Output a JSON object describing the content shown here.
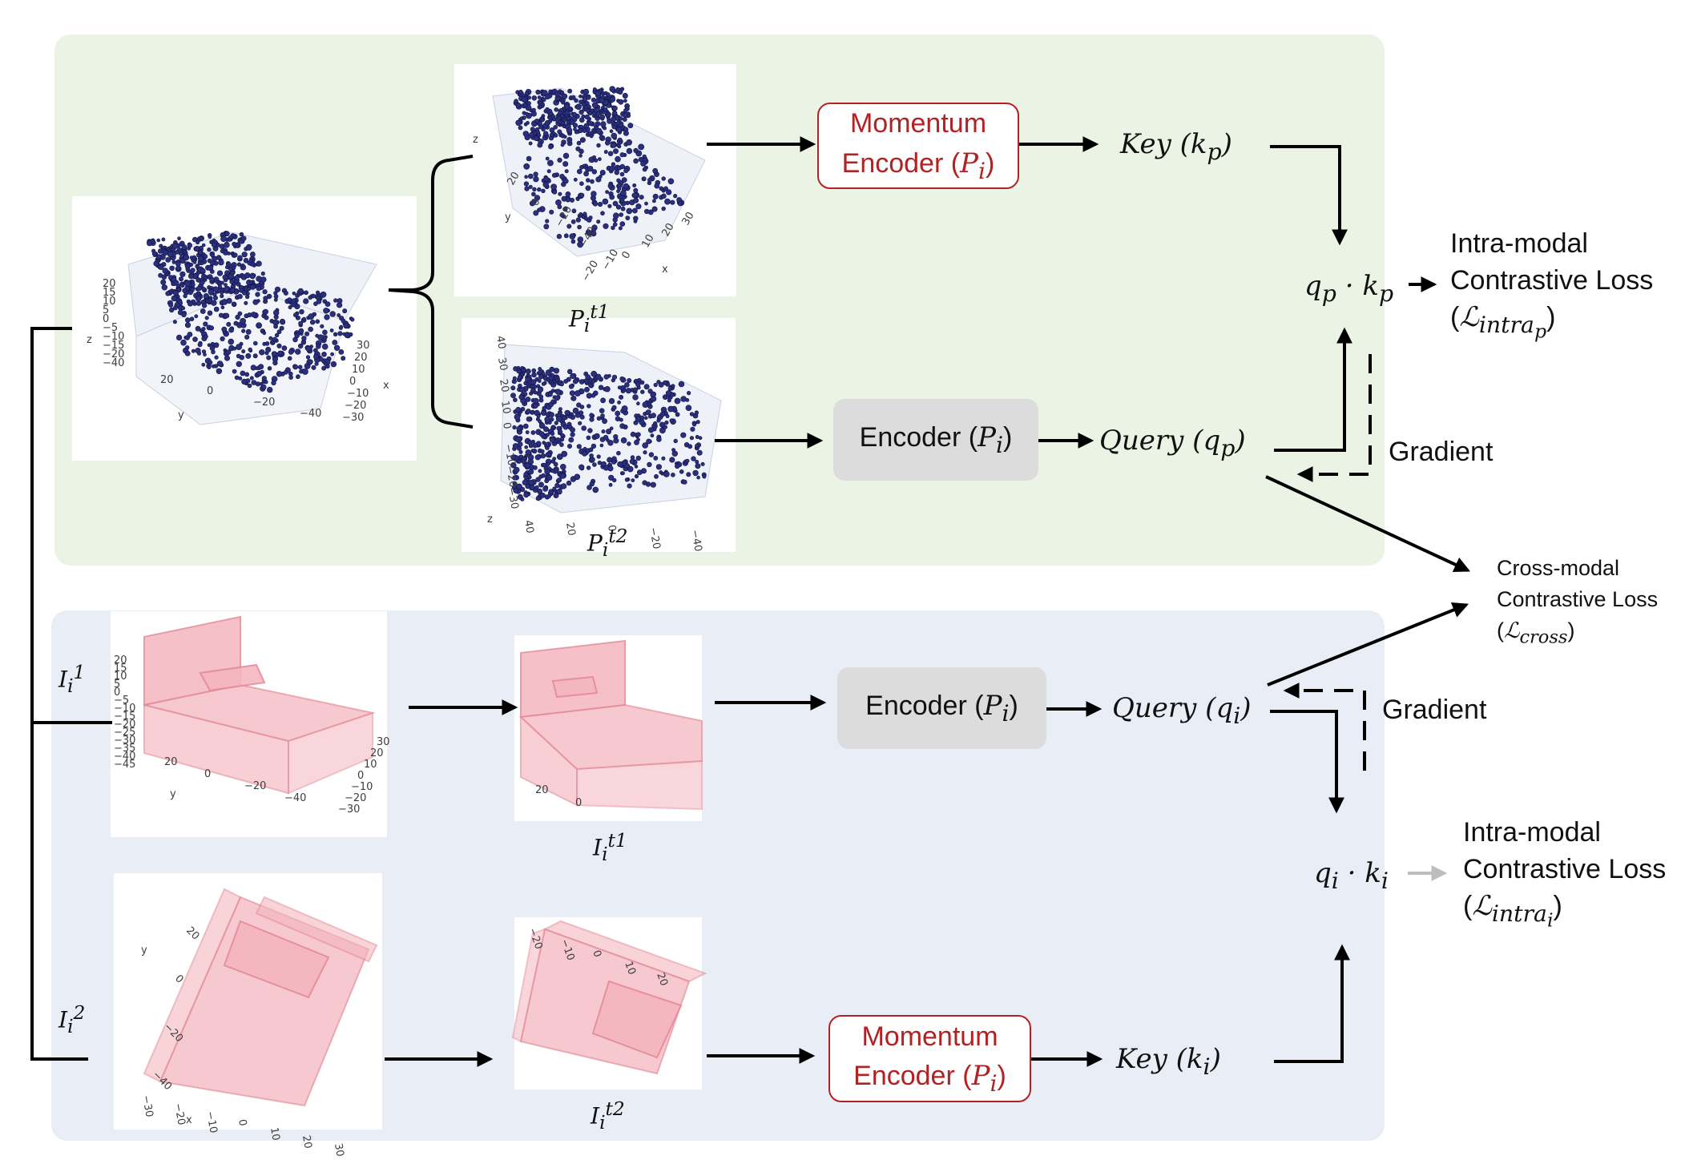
{
  "colors": {
    "point_panel_bg": "#ebf4e4",
    "image_panel_bg": "#e9edf6",
    "momentum_accent": "#b22222",
    "encoder_fill": "#dcdcdc",
    "point_color": "#2a2f7e",
    "mesh_color": "#f4b6bf"
  },
  "nodes": {
    "momentum_top": {
      "line1": "Momentum",
      "line2": "Encoder (",
      "var": "P",
      "sub": "i",
      "close": ")"
    },
    "encoder_top": {
      "text": "Encoder (",
      "var": "P",
      "sub": "i",
      "close": ")"
    },
    "encoder_bottom": {
      "text": "Encoder (",
      "var": "P",
      "sub": "i",
      "close": ")"
    },
    "momentum_bottom": {
      "line1": "Momentum",
      "line2": "Encoder (",
      "var": "P",
      "sub": "i",
      "close": ")"
    }
  },
  "labels": {
    "key_p": {
      "name": "Key (",
      "var": "k",
      "sub": "p",
      "close": ")"
    },
    "query_p": {
      "name": "Query (",
      "var": "q",
      "sub": "p",
      "close": ")"
    },
    "query_i": {
      "name": "Query (",
      "var": "q",
      "sub": "i",
      "close": ")"
    },
    "key_i": {
      "name": "Key (",
      "var": "k",
      "sub": "i",
      "close": ")"
    },
    "dot_p": {
      "a": "q",
      "a_sub": "p",
      "op": " · ",
      "b": "k",
      "b_sub": "p"
    },
    "dot_i": {
      "a": "q",
      "a_sub": "i",
      "op": " · ",
      "b": "k",
      "b_sub": "i"
    },
    "gradient_top": "Gradient",
    "gradient_bottom": "Gradient",
    "p_t1": {
      "base": "P",
      "sub": "i",
      "sup": "t1"
    },
    "p_t2": {
      "base": "P",
      "sub": "i",
      "sup": "t2"
    },
    "i_1": {
      "base": "I",
      "sub": "i",
      "sup": "1"
    },
    "i_2": {
      "base": "I",
      "sub": "i",
      "sup": "2"
    },
    "i_t1": {
      "base": "I",
      "sub": "i",
      "sup": "t1"
    },
    "i_t2": {
      "base": "I",
      "sub": "i",
      "sup": "t2"
    }
  },
  "losses": {
    "intra_p": {
      "line1": "Intra-modal",
      "line2": "Contrastive Loss",
      "open": "(",
      "symbol": "ℒ",
      "sub": "intra",
      "subsub": "p",
      "close": ")"
    },
    "cross": {
      "line1": "Cross-modal",
      "line2": "Contrastive Loss",
      "open": "(",
      "symbol": "ℒ",
      "sub": "cross",
      "close": ")"
    },
    "intra_i": {
      "line1": "Intra-modal",
      "line2": "Contrastive Loss",
      "open": "(",
      "symbol": "ℒ",
      "sub": "intra",
      "subsub": "i",
      "close": ")"
    }
  },
  "thumbnails": {
    "pc_main": {
      "z_label": "z",
      "y_label": "y",
      "x_label": "x",
      "z_ticks": [
        "20",
        "15",
        "10",
        "5",
        "0",
        "−5",
        "−10",
        "−15",
        "−20",
        "−40"
      ],
      "y_ticks": [
        "20",
        "0",
        "−20",
        "−40"
      ],
      "x_ticks": [
        "30",
        "20",
        "10",
        "0",
        "−10",
        "−20",
        "−30"
      ]
    },
    "pc_t1": {
      "z_label": "z",
      "y_label": "y",
      "x_label": "x",
      "y_ticks": [
        "20",
        "0",
        "−20",
        "−40"
      ],
      "x_ticks": [
        "30",
        "20",
        "10",
        "0",
        "−10",
        "−20"
      ]
    },
    "pc_t2": {
      "z_label": "z",
      "z_ticks": [
        "40",
        "30",
        "20",
        "10",
        "0",
        "−10",
        "−20",
        "−30"
      ],
      "y_ticks": [
        "40",
        "20",
        "0",
        "−20",
        "−40"
      ]
    },
    "img_1": {
      "y_label": "y",
      "z_ticks": [
        "20",
        "15",
        "10",
        "5",
        "0",
        "−5",
        "−10",
        "−15",
        "−20",
        "−25",
        "−30",
        "−35",
        "−40",
        "−45"
      ],
      "y_ticks": [
        "20",
        "0",
        "−20",
        "−40"
      ],
      "x_ticks": [
        "30",
        "20",
        "10",
        "0",
        "−10",
        "−20",
        "−30"
      ]
    },
    "img_t1": {
      "y_ticks": [
        "20",
        "0"
      ]
    },
    "img_2": {
      "y_label": "y",
      "x_label": "x",
      "y_ticks": [
        "20",
        "0",
        "−20",
        "−40"
      ],
      "x_ticks": [
        "−30",
        "−20",
        "−10",
        "0",
        "10",
        "20",
        "30"
      ]
    },
    "img_t2": {
      "x_ticks": [
        "−20",
        "−10",
        "0",
        "10",
        "20"
      ]
    }
  }
}
